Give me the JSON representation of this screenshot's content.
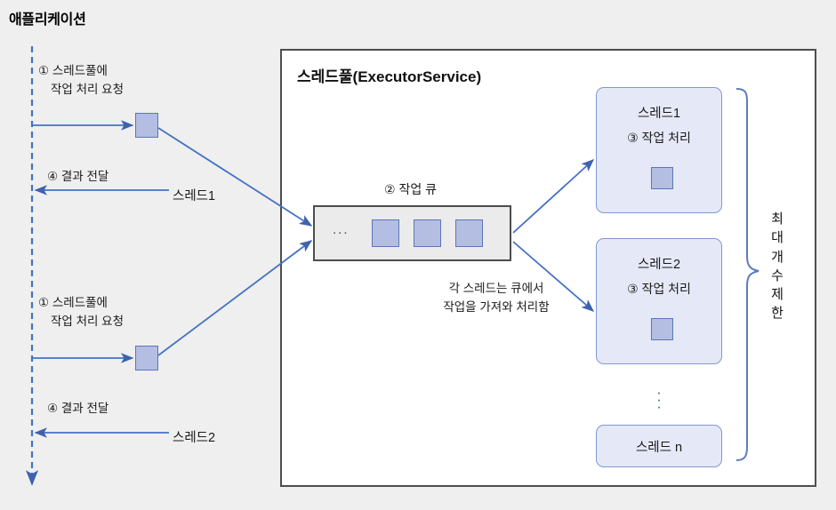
{
  "title": "애플리케이션",
  "threadpool": {
    "title": "스레드풀(ExecutorService)",
    "queue": {
      "label": "② 작업 큐",
      "ellipsis": "...",
      "note_line1": "각 스레드는 큐에서",
      "note_line2": "작업을 가져와 처리함",
      "tasks": [
        "task-1",
        "task-2",
        "task-3"
      ]
    },
    "threads": [
      {
        "name": "스레드1",
        "step": "③ 작업 처리",
        "has_spinner": true
      },
      {
        "name": "스레드2",
        "step": "③ 작업 처리",
        "has_spinner": true
      },
      {
        "name": "스레드 n",
        "step": "",
        "has_spinner": false
      }
    ],
    "vertical_ellipsis": "⋮",
    "brace_label": {
      "chars": [
        "최",
        "대",
        "개",
        "수",
        "제",
        "한"
      ],
      "text": "최대 개수 제한"
    }
  },
  "application": {
    "requests": [
      {
        "line1": "① 스레드풀에",
        "line2": "작업 처리 요청"
      },
      {
        "line1": "① 스레드풀에",
        "line2": "작업 처리 요청"
      }
    ],
    "results": [
      {
        "label": "④ 결과 전달",
        "thread": "스레드1"
      },
      {
        "label": "④ 결과 전달",
        "thread": "스레드2"
      }
    ]
  },
  "colors": {
    "background": "#efefef",
    "accent_blue": "#4472c4",
    "task_fill": "#b4bde2",
    "task_border": "#5b76b8",
    "thread_fill": "#e5e9f7",
    "thread_border": "#8098d0",
    "container_border": "#4d4d4d",
    "queue_fill": "#ebebeb"
  }
}
